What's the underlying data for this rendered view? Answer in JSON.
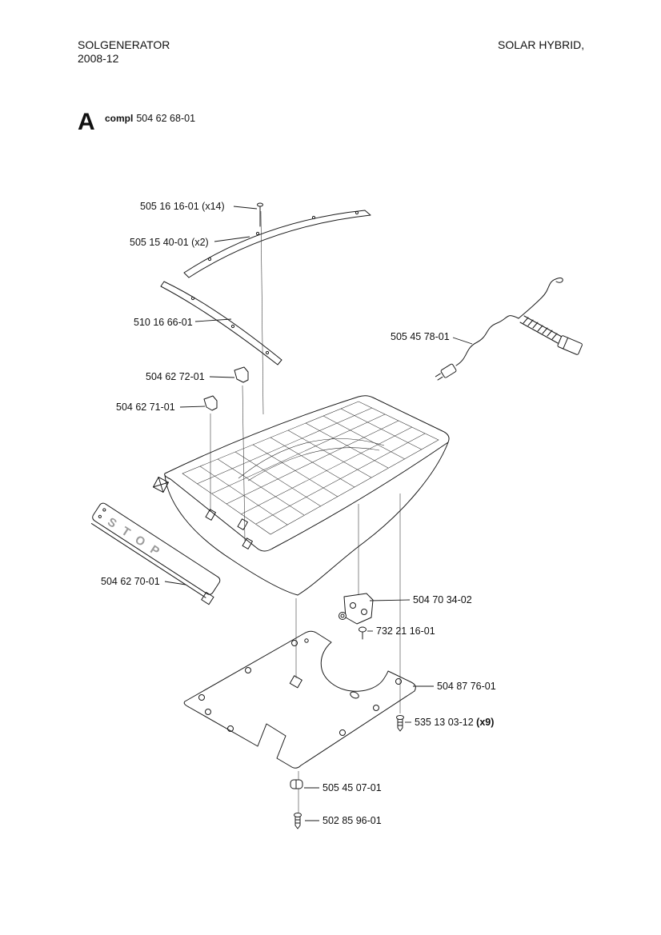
{
  "header": {
    "title_left": "SOLGENERATOR",
    "date": "2008-12",
    "title_right": "SOLAR HYBRID,"
  },
  "section": {
    "letter": "A",
    "compl_label": "compl",
    "part_number": "504 62 68-01"
  },
  "diagram": {
    "stop_text": "STOP"
  },
  "parts": [
    {
      "num": "505 16 16-01",
      "qty": " (x14)"
    },
    {
      "num": "505 15 40-01",
      "qty": " (x2)"
    },
    {
      "num": "510 16 66-01",
      "qty": ""
    },
    {
      "num": "505 45 78-01",
      "qty": ""
    },
    {
      "num": "504 62 72-01",
      "qty": ""
    },
    {
      "num": "504 62 71-01",
      "qty": ""
    },
    {
      "num": "504 62 70-01",
      "qty": ""
    },
    {
      "num": "504 70 34-02",
      "qty": ""
    },
    {
      "num": "732 21 16-01",
      "qty": ""
    },
    {
      "num": "504 87 76-01",
      "qty": ""
    },
    {
      "num": "535 13 03-12",
      "qty": " (x9)"
    },
    {
      "num": "505 45 07-01",
      "qty": ""
    },
    {
      "num": "502 85 96-01",
      "qty": ""
    }
  ]
}
